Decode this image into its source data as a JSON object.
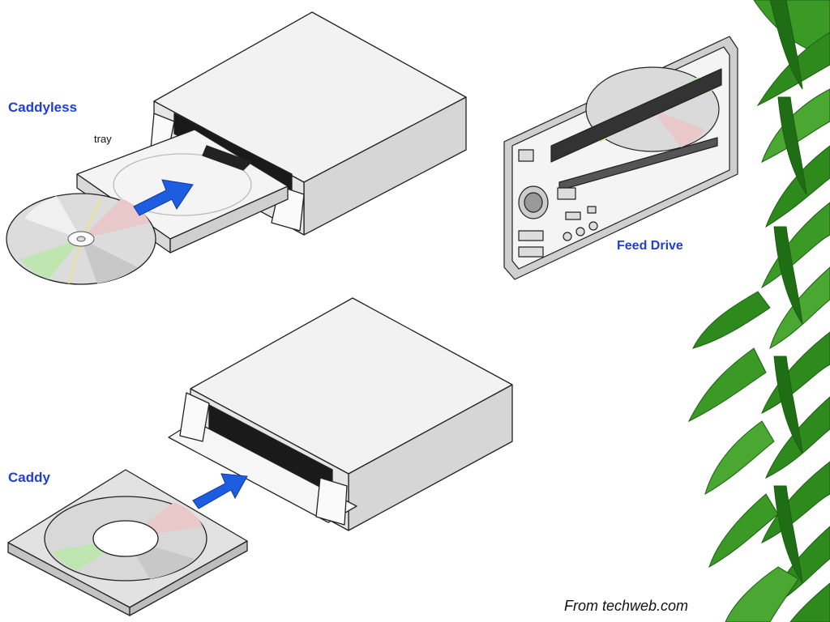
{
  "labels": {
    "caddyless": "Caddyless",
    "tray": "tray",
    "feed_drive": "Feed Drive",
    "caddy": "Caddy",
    "source": "From techweb.com"
  },
  "colors": {
    "label_blue": "#1f3fd6",
    "arrow_blue": "#1e5de0",
    "drive_body": "#ececec",
    "drive_outline": "#222222",
    "leaf_green": "#2f8a1e"
  },
  "icons": [
    "caddyless-drive",
    "cd-disc",
    "caddy-drive",
    "caddy-case",
    "feed-drive-faceplate",
    "insert-arrow",
    "bamboo-leaves"
  ]
}
